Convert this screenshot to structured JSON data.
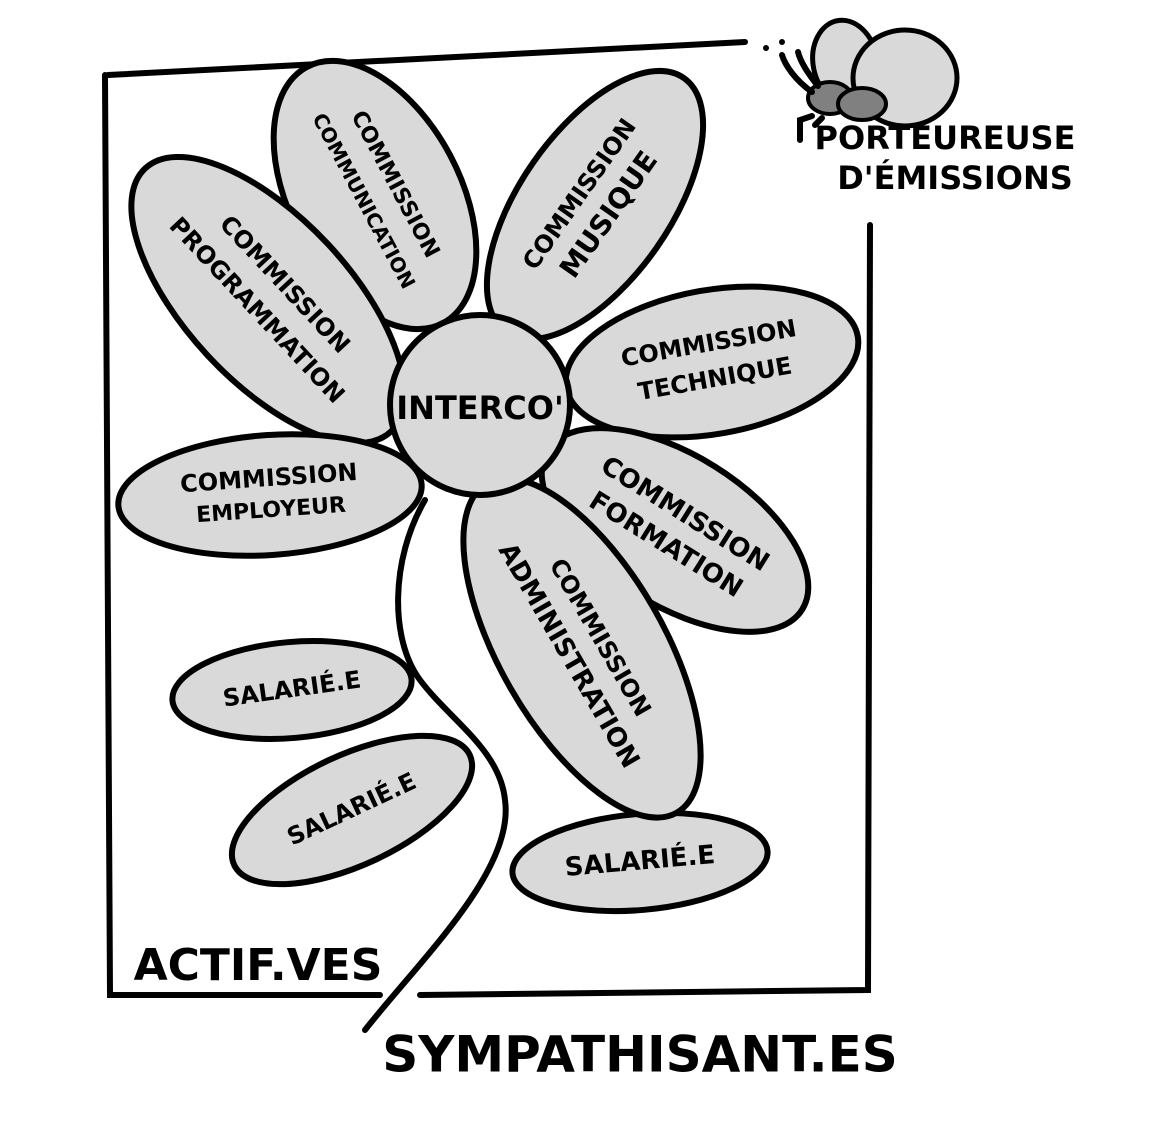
{
  "center": "INTERCO'",
  "petals": {
    "communication": [
      "COMMISSION",
      "COMMUNICATION"
    ],
    "programmation": [
      "COMMISSION",
      "PROGRAMMATION"
    ],
    "musique": [
      "COMMISSION",
      "MUSIQUE"
    ],
    "technique": [
      "COMMISSION",
      "TECHNIQUE"
    ],
    "formation": [
      "COMMISSION",
      "FORMATION"
    ],
    "administration": [
      "COMMISSION",
      "ADMINISTRATION"
    ],
    "employeur": [
      "COMMISSION",
      "EMPLOYEUR"
    ]
  },
  "leaves": [
    "SALARIÉ.E",
    "SALARIÉ.E",
    "SALARIÉ.E"
  ],
  "box_label": "ACTIF.VES",
  "outside_label": "SYMPATHISANT.ES",
  "bee_label": [
    "PORTEUREUSE",
    "D'ÉMISSIONS"
  ],
  "colors": {
    "petal": "#d9d9d9",
    "bee_body": "#808080",
    "ink": "#000000"
  }
}
